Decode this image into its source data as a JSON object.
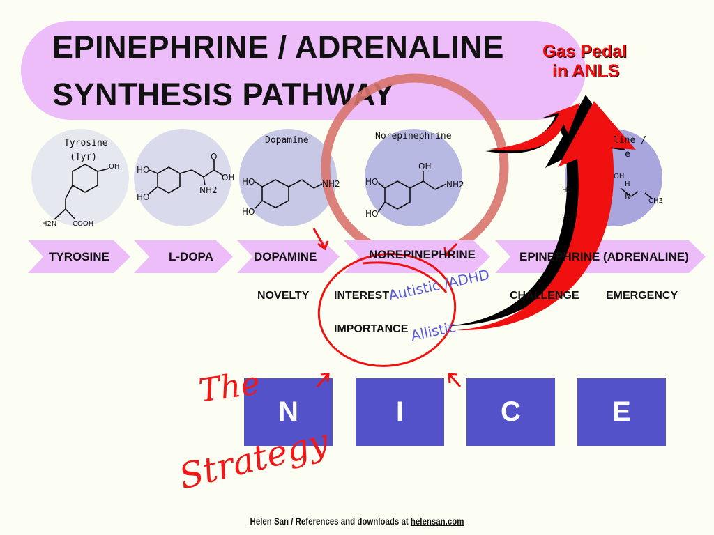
{
  "title": {
    "line1": "EPINEPHRINE / ADRENALINE",
    "line2": "SYNTHESIS PATHWAY"
  },
  "annotation": {
    "line1": "Gas Pedal",
    "line2": "in ANLS"
  },
  "molecules": [
    {
      "name": "Tyrosine",
      "sub": "(Tyr)",
      "labels": [
        "OH",
        "H2N",
        "COOH"
      ],
      "color": "#e6e8f0"
    },
    {
      "name": "",
      "labels": [
        "HO",
        "HO",
        "O",
        "OH",
        "NH2"
      ],
      "color": "#d9dbec"
    },
    {
      "name": "Dopamine",
      "labels": [
        "HO",
        "HO",
        "NH2"
      ],
      "color": "#c6c8e6"
    },
    {
      "name": "Norepinephrine",
      "labels": [
        "HO",
        "HO",
        "OH",
        "NH2"
      ],
      "color": "#b7b9e2"
    },
    {
      "name": "line /",
      "sub": "e",
      "labels": [
        "HO",
        "HO",
        "OH",
        "H",
        "N",
        "CH3"
      ],
      "color": "#a8a6dc"
    }
  ],
  "pathway": [
    "TYROSINE",
    "L-DOPA",
    "DOPAMINE",
    "NOREPINEPHRINE",
    "EPINEPHRINE (ADRENALINE)"
  ],
  "triggers": {
    "novelty": "NOVELTY",
    "interest": "INTEREST",
    "importance": "IMPORTANCE",
    "challenge": "CHALLENGE",
    "emergency": "EMERGENCY"
  },
  "handwritten": {
    "autistic": "Autistic /ADHD",
    "allistic": "Allistic"
  },
  "strategy": {
    "the": "The",
    "strategy": "Strategy"
  },
  "nice": [
    "N",
    "I",
    "C",
    "E"
  ],
  "footer": {
    "text": "Helen San / References and downloads at ",
    "link": "helensan.com"
  },
  "colors": {
    "pink": "#ecbdf8",
    "nice": "#5452c8",
    "red": "#f01010",
    "ring": "#d9746e"
  }
}
